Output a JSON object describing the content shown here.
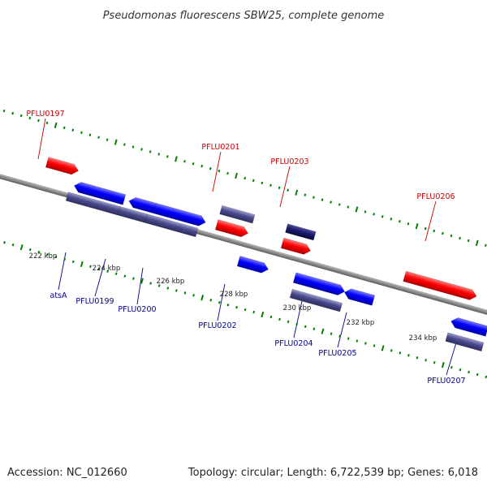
{
  "title": "Pseudomonas fluorescens SBW25, complete genome",
  "footer": {
    "accession": "Accession: NC_012660",
    "summary": "Topology: circular; Length: 6,722,539 bp; Genes: 6,018"
  },
  "ruler_labels": [
    "222 kbp",
    "224 kbp",
    "226 kbp",
    "228 kbp",
    "230 kbp",
    "232 kbp",
    "234 kbp"
  ],
  "gene_labels": {
    "forward": [
      "PFLU0197",
      "PFLU0201",
      "PFLU0203",
      "PFLU0206"
    ],
    "reverse": [
      "atsA",
      "PFLU0199",
      "PFLU0200",
      "PFLU0202",
      "PFLU0204",
      "PFLU0205",
      "PFLU0207"
    ]
  },
  "colors": {
    "forward_cds": "#ff0000",
    "reverse_cds": "#0000ff",
    "forward_gene": "#4a4a8c",
    "reverse_gene": "#4a4a8c",
    "selected_gene": "#1a1a6e",
    "backbone": "#8a8a8a",
    "ticks": "#008000",
    "forward_label": "#cc0000",
    "reverse_label": "#00008b"
  }
}
